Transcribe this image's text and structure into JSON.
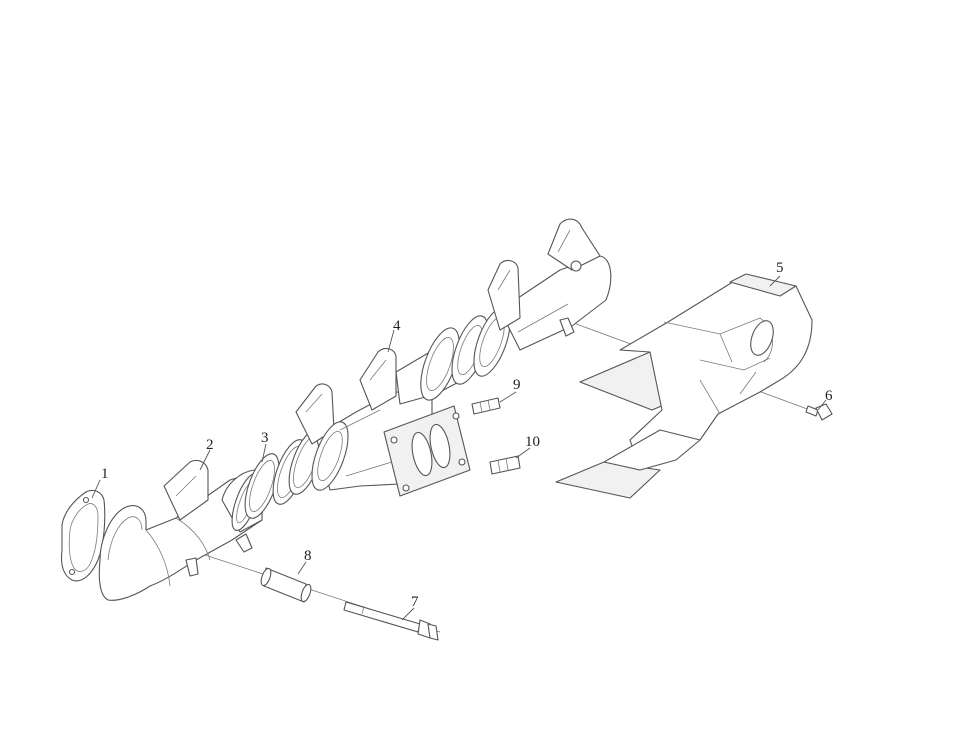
{
  "callouts": {
    "c1": "1",
    "c2": "2",
    "c3": "3",
    "c4": "4",
    "c5": "5",
    "c6": "6",
    "c7": "7",
    "c8": "8",
    "c9": "9",
    "c10": "10"
  },
  "colors": {
    "line": "#555555",
    "background": "#ffffff"
  }
}
